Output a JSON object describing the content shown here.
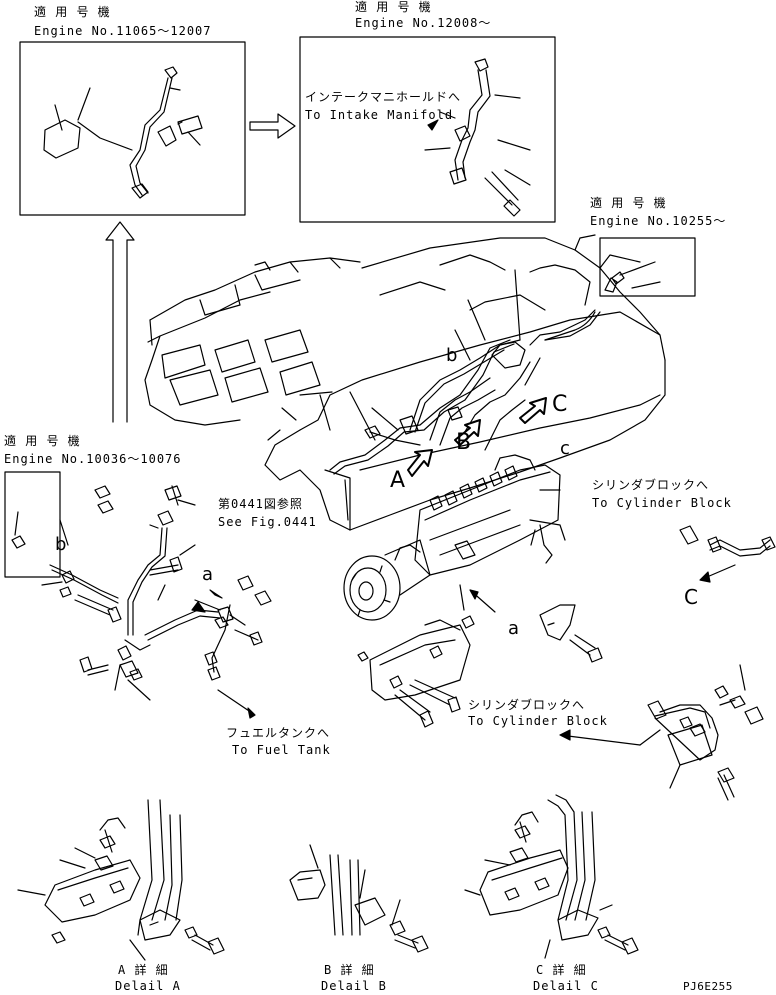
{
  "applicability": {
    "box1": {
      "header": "適 用 号 機",
      "engine": "Engine No.11065～12007"
    },
    "box2": {
      "header": "適 用 号 機",
      "engine": "Engine No.12008～"
    },
    "box3": {
      "header": "適 用 号 機",
      "engine": "Engine No.10255～"
    },
    "box4": {
      "header": "適 用 号 機",
      "engine": "Engine No.10036～10076"
    }
  },
  "callouts": {
    "intake_jp": "インテークマニホールドへ",
    "intake_en": "To Intake Manifold",
    "cylinder_block_jp_1": "シリンダブロックへ",
    "cylinder_block_en_1": "To Cylinder Block",
    "cylinder_block_jp_2": "シリンダブロックへ",
    "cylinder_block_en_2": "To Cylinder Block",
    "fuel_tank_jp": "フュエルタンクへ",
    "fuel_tank_en": "To Fuel Tank",
    "fig_ref_jp": "第0441図参照",
    "fig_ref_en": "See Fig.0441"
  },
  "view_letters": {
    "A": "A",
    "B": "B",
    "C": "C",
    "a1": "a",
    "a2": "a",
    "b1": "b",
    "b2": "b",
    "c1": "c",
    "C2": "C"
  },
  "details": {
    "A": {
      "jp": "A 詳 細",
      "en": "Delail A"
    },
    "B": {
      "jp": "B 詳 細",
      "en": "Delail B"
    },
    "C": {
      "jp": "C 詳 細",
      "en": "Delail C"
    }
  },
  "drawing_code": "PJ6E255",
  "colors": {
    "ink": "#000000",
    "paper": "#ffffff"
  }
}
